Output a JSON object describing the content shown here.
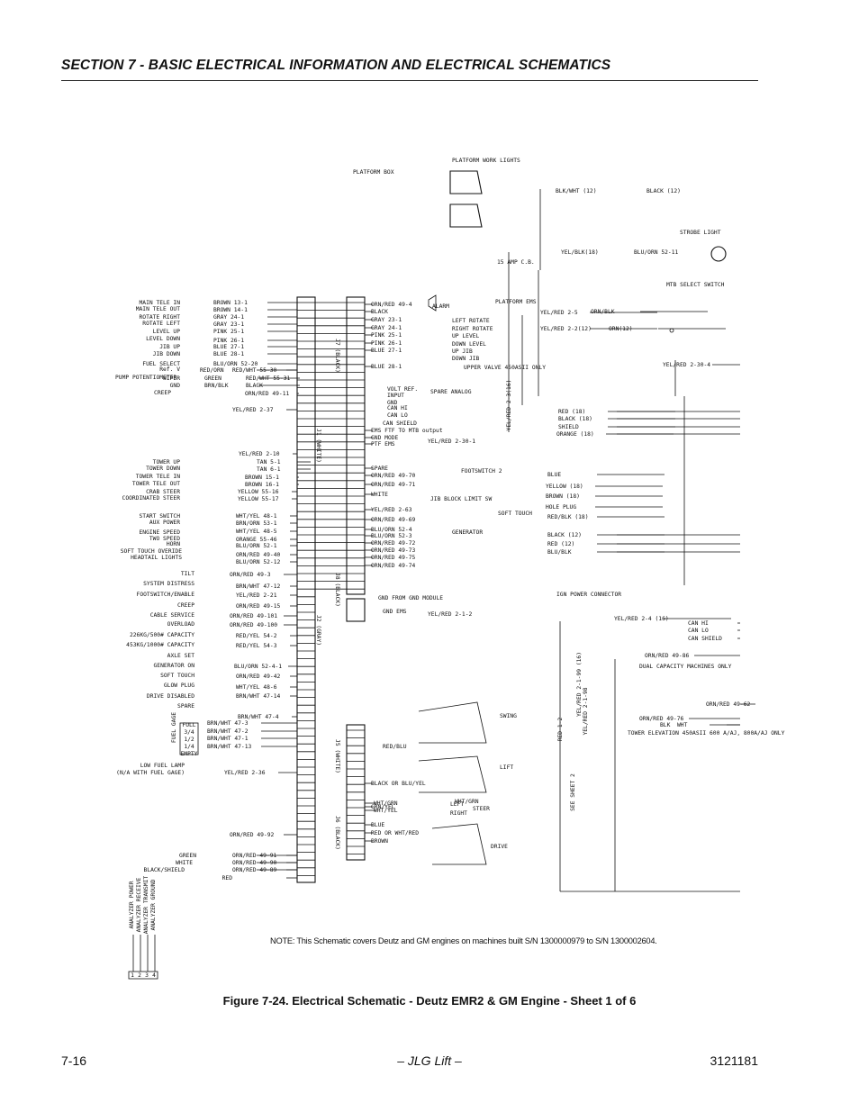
{
  "header": {
    "section_title": "SECTION 7 - BASIC ELECTRICAL INFORMATION AND ELECTRICAL SCHEMATICS"
  },
  "schematic": {
    "top_labels": [
      "PLATFORM WORK LIGHTS",
      "PLATFORM BOX",
      "STROBE LIGHT",
      "15 AMP C.B.",
      "MTB SELECT SWITCH",
      "ALARM",
      "PLATFORM EMS",
      "UPPER VALVE 450ASII ONLY",
      "SPARE ANALOG",
      "FOOTSWITCH 2",
      "JIB BLOCK LIMIT SW",
      "SOFT TOUCH",
      "GENERATOR",
      "IGN POWER CONNECTOR",
      "DUAL CAPACITY MACHINES ONLY",
      "TOWER ELEVATION 450ASII 600 A/AJ, 800A/AJ ONLY",
      "SWING",
      "LIFT",
      "STEER",
      "DRIVE"
    ],
    "left_functions": [
      "MAIN TELE IN",
      "MAIN TELE OUT",
      "ROTATE RIGHT",
      "ROTATE LEFT",
      "LEVEL UP",
      "LEVEL DOWN",
      "JIB UP",
      "JIB DOWN",
      "FUEL SELECT",
      "PUMP POTENTIOMETER",
      "Ref. V",
      "WIPER",
      "GND",
      "CREEP",
      "TOWER UP",
      "TOWER DOWN",
      "TOWER TELE IN",
      "TOWER TELE OUT",
      "CRAB STEER",
      "COORDINATED STEER",
      "START SWITCH",
      "AUX POWER",
      "ENGINE SPEED",
      "TWO SPEED",
      "HORN",
      "SOFT TOUCH OVERIDE",
      "HEADTAIL LIGHTS",
      "TILT",
      "SYSTEM DISTRESS",
      "FOOTSWITCH/ENABLE",
      "CREEP",
      "CABLE SERVICE",
      "OVERLOAD",
      "226KG/500# CAPACITY",
      "453KG/1000# CAPACITY",
      "AXLE SET",
      "GENERATOR ON",
      "SOFT TOUCH",
      "GLOW PLUG",
      "DRIVE DISABLED",
      "SPARE",
      "FUEL GAGE",
      "FULL",
      "3/4",
      "1/2",
      "1/4",
      "EMPTY",
      "LOW FUEL LAMP",
      "(N/A WITH FUEL GAGE)"
    ],
    "left_wires": [
      "BROWN 13-1",
      "BROWN 14-1",
      "GRAY 24-1",
      "GRAY 23-1",
      "PINK 25-1",
      "PINK 26-1",
      "BLUE 27-1",
      "BLUE 28-1",
      "BLU/ORN 52-20",
      "RED/ORN",
      "RED/WHT 55-30",
      "GREEN",
      "RED/WHT 55-31",
      "BRN/BLK",
      "BLACK",
      "ORN/RED 49-11",
      "YEL/RED 2-37",
      "YEL/RED 2-10",
      "TAN 5-1",
      "TAN 6-1",
      "BROWN 15-1",
      "BROWN 16-1",
      "YELLOW 55-16",
      "YELLOW 55-17",
      "WHT/YEL 48-1",
      "BRN/ORN 53-1",
      "WHT/YEL 48-5",
      "ORANGE 55-46",
      "BLU/ORN 52-1",
      "ORN/RED 49-40",
      "BLU/ORN 52-12",
      "ORN/RED 49-3",
      "BRN/WHT 47-12",
      "YEL/RED 2-21",
      "ORN/RED 49-15",
      "ORN/RED 49-101",
      "ORN/RED 49-100",
      "RED/YEL 54-2",
      "RED/YEL 54-3",
      "BLU/ORN 52-4-1",
      "ORN/RED 49-42",
      "WHT/YEL 48-6",
      "BRN/WHT 47-14",
      "BRN/WHT 47-4",
      "BRN/WHT 47-3",
      "BRN/WHT 47-2",
      "BRN/WHT 47-1",
      "BRN/WHT 47-13",
      "YEL/RED 2-36",
      "ORN/RED 49-92",
      "ORN/RED 49-91",
      "ORN/RED 49-90",
      "ORN/RED 49-89",
      "RED",
      "GREEN",
      "WHITE",
      "BLACK/SHIELD"
    ],
    "connectors": [
      "J7 (BLACK)",
      "J1 (WHITE)",
      "J8 (BLACK)",
      "J2 (GRAY)",
      "J5 (WHITE)",
      "J6 (BLACK)"
    ],
    "right_wires": [
      "ORN/RED 49-4",
      "BLACK",
      "GRAY 23-1",
      "GRAY 24-1",
      "PINK 25-1",
      "PINK 26-1",
      "BLUE 27-1",
      "BLUE 28-1",
      "LEFT ROTATE",
      "RIGHT ROTATE",
      "UP LEVEL",
      "DOWN LEVEL",
      "UP JIB",
      "DOWN JIB",
      "VOLT REF.",
      "INPUT",
      "GND",
      "CAN HI",
      "CAN LO",
      "CAN SHIELD",
      "EMS FTF TO MTB output",
      "GND MODE",
      "PTF EMS",
      "YEL/RED 2-30-1",
      "YEL/RED 2-3(16)",
      "RED (18)",
      "BLACK (18)",
      "SHIELD",
      "ORANGE (18)",
      "SPARE",
      "ORN/RED 49-70",
      "ORN/RED 49-71",
      "WHITE",
      "YEL/RED 2-63",
      "ORN/RED 49-69",
      "BLU/ORN 52-4",
      "BLU/ORN 52-3",
      "ORN/RED 49-72",
      "ORN/RED 49-73",
      "ORN/RED 49-75",
      "ORN/RED 49-74",
      "BLUE",
      "YELLOW (18)",
      "BROWN (18)",
      "HOLE PLUG",
      "RED/BLK (18)",
      "BLACK (12)",
      "RED (12)",
      "BLU/BLK",
      "GND FROM GND MODULE",
      "GND EMS",
      "YEL/RED 2-1-2",
      "YEL/RED 2-4 (16)",
      "CAN HI",
      "CAN LO",
      "CAN SHIELD",
      "ORN/RED 49-86",
      "ORN/RED 49-62",
      "ORN/RED 49-76",
      "BLK",
      "WHT",
      "WHT/GRN",
      "GRN/YEL",
      "RED/BLU",
      "BLACK OR BLU/YEL",
      "WHT/GRN",
      "WHT/YEL",
      "RED OR WHT/RED",
      "BROWN",
      "BLU/ORN 52-11",
      "YEL/BLK(18)",
      "BLK/WHT (12)",
      "BLACK (12)",
      "YEL/RED 2-5",
      "YEL/RED 2-2(12)",
      "ORN/BLK",
      "ORN(12)",
      "YEL/RED 2-30-4",
      "RED 1-2",
      "YEL/RED 2-1-98",
      "YEL/RED 2-1-99 (16)",
      "SEE SHEET 2",
      "LEFT",
      "RIGHT",
      "BLUE"
    ],
    "analyzer": [
      "ANALYZER POWER",
      "ANALYZER RECEIVE",
      "ANALYZER TRANSMIT",
      "ANALYZER GROUND",
      "1",
      "2",
      "3",
      "4"
    ],
    "note": "NOTE: This Schematic covers Deutz and GM engines on machines built S/N 1300000979 to S/N 1300002604."
  },
  "figure": {
    "caption": "Figure 7-24.  Electrical Schematic - Deutz EMR2 & GM Engine - Sheet 1 of 6"
  },
  "footer": {
    "page": "7-16",
    "center": "– JLG Lift –",
    "doc_number": "3121181"
  }
}
